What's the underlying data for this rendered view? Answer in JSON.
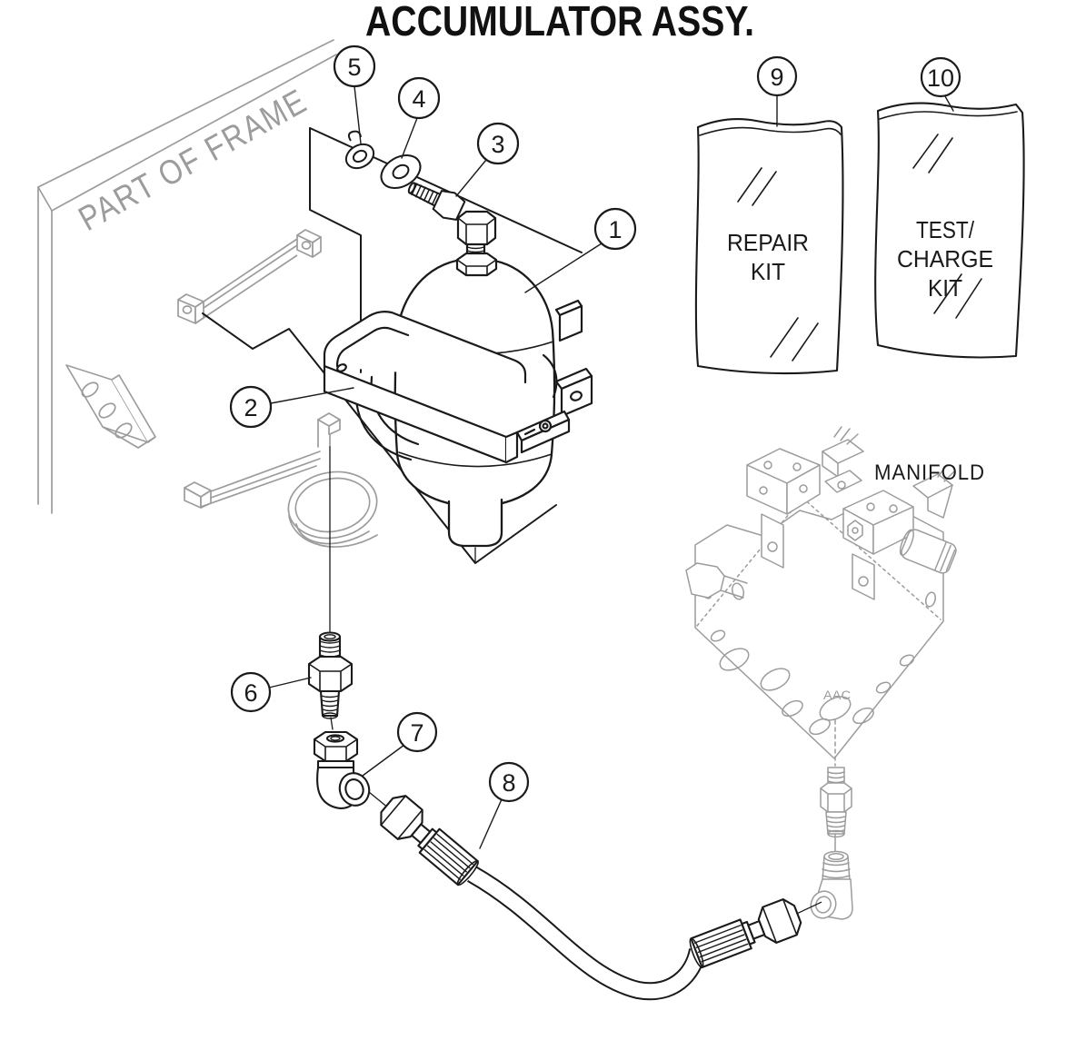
{
  "title": "ACCUMULATOR ASSY.",
  "frame_label": "PART OF FRAME",
  "manifold": {
    "label": "MANIFOLD",
    "port_label": "AAC"
  },
  "kits": {
    "repair": {
      "line1": "REPAIR",
      "line2": "KIT"
    },
    "test_charge": {
      "line1": "TEST/",
      "line2": "CHARGE",
      "line3": "KIT"
    }
  },
  "callouts": {
    "c1": "1",
    "c2": "2",
    "c3": "3",
    "c4": "4",
    "c5": "5",
    "c6": "6",
    "c7": "7",
    "c8": "8",
    "c9": "9",
    "c10": "10"
  },
  "colors": {
    "ink": "#1a1a1a",
    "frame_gray": "#9c9c9c",
    "background": "#ffffff"
  }
}
